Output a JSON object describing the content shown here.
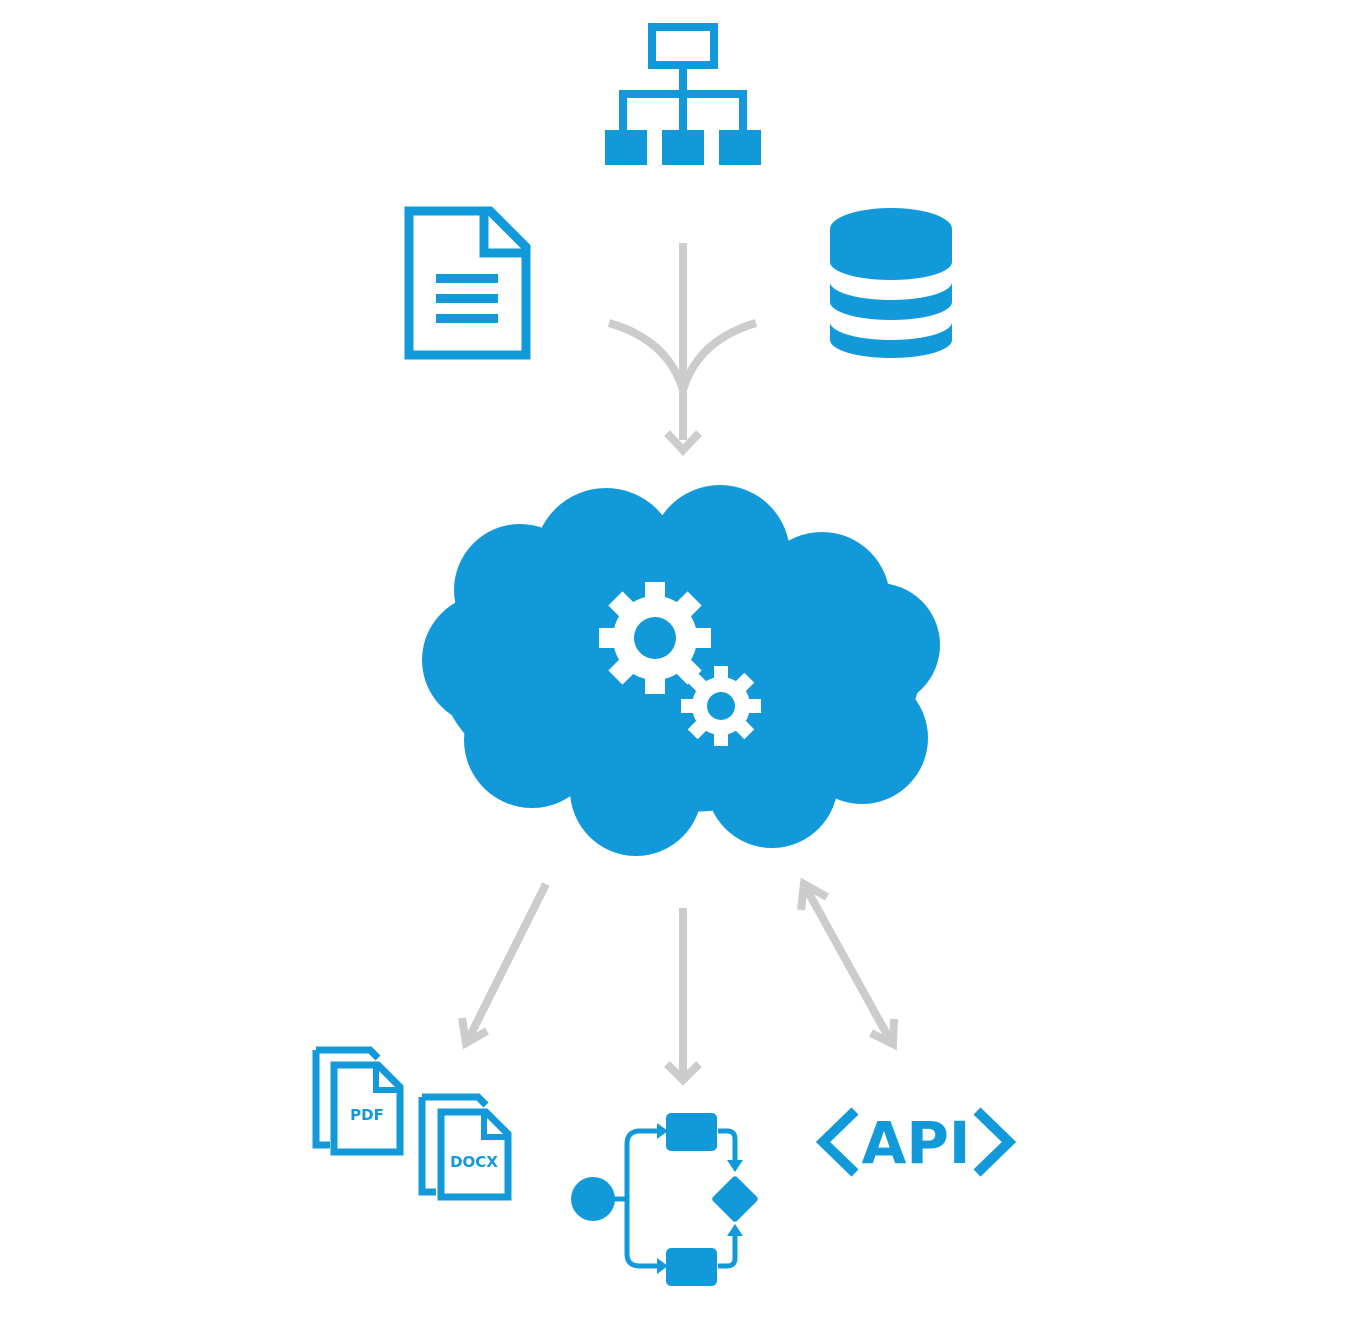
{
  "colors": {
    "accent": "#1199d9",
    "arrow": "#cccccc",
    "background": "#ffffff",
    "gear": "#ffffff"
  },
  "icons": {
    "top": "hierarchy-icon",
    "left": "document-icon",
    "right": "database-icon",
    "center": "cloud-gears-icon",
    "bottom_left": "pdf-docx-files-icon",
    "bottom_center": "workflow-icon",
    "bottom_right": "api-icon"
  },
  "labels": {
    "pdf": "PDF",
    "docx": "DOCX",
    "api": "API"
  }
}
